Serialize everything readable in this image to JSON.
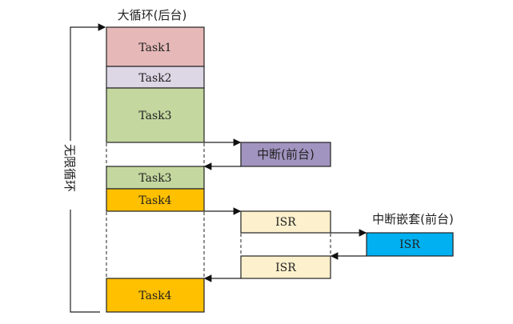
{
  "title_background": "大循环(后台)",
  "title_nested": "中断嵌套(前台)",
  "loop_label": "无限循环",
  "blocks": {
    "task1": {
      "label": "Task1",
      "color": "#e6b9b8"
    },
    "task2": {
      "label": "Task2",
      "color": "#dcd6e5"
    },
    "task3a": {
      "label": "Task3",
      "color": "#c4d79f"
    },
    "interrupt": {
      "label": "中断(前台)",
      "color": "#a294c0"
    },
    "task3b": {
      "label": "Task3",
      "color": "#c4d79f"
    },
    "task4a": {
      "label": "Task4",
      "color": "#ffc000"
    },
    "isr1": {
      "label": "ISR",
      "color": "#fdf0cc"
    },
    "isr_nested": {
      "label": "ISR",
      "color": "#00b0f0"
    },
    "isr2": {
      "label": "ISR",
      "color": "#fdf0cc"
    },
    "task4b": {
      "label": "Task4",
      "color": "#ffc000"
    }
  }
}
